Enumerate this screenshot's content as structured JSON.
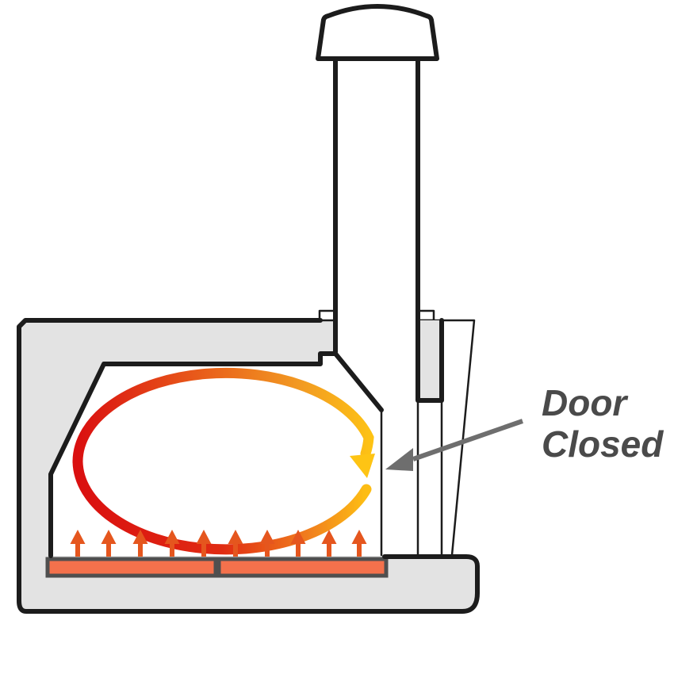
{
  "label": {
    "line1": "Door",
    "line2": "Closed"
  },
  "colors": {
    "outline": "#1c1c1c",
    "body_fill": "#e3e3e3",
    "hearth_fill": "#f4714c",
    "hearth_border": "#4f4f4f",
    "flame_arrow": "#e5561e",
    "loop_red": "#da1010",
    "loop_orange": "#f08522",
    "loop_yellow": "#fec414",
    "pointer_gray": "#6e6e6e",
    "label_color": "#4a4a4a"
  },
  "flame_arrows": {
    "count": 10,
    "xs": [
      98,
      137,
      177,
      217,
      257,
      297,
      337,
      376,
      415,
      453
    ]
  }
}
